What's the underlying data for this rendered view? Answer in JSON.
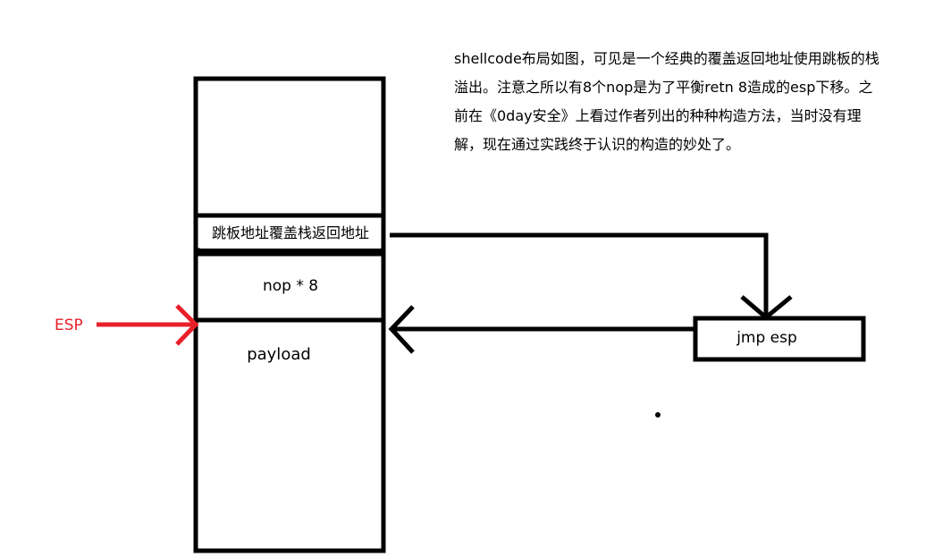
{
  "description": "shellcode布局如图，可见是一个经典的覆盖返回地址使用跳板的栈溢出。注意之所以有8个nop是为了平衡retn 8造成的esp下移。之前在《0day安全》上看过作者列出的种种构造方法，当时没有理解，现在通过实践终于认识的构造的妙处了。",
  "stack": {
    "return_address_label": "跳板地址覆盖栈返回地址",
    "nop_label": "nop * 8",
    "payload_label": "payload"
  },
  "trampoline_label": "jmp esp",
  "esp_label": "ESP",
  "colors": {
    "stroke": "#000000",
    "esp": "#e8202a"
  }
}
